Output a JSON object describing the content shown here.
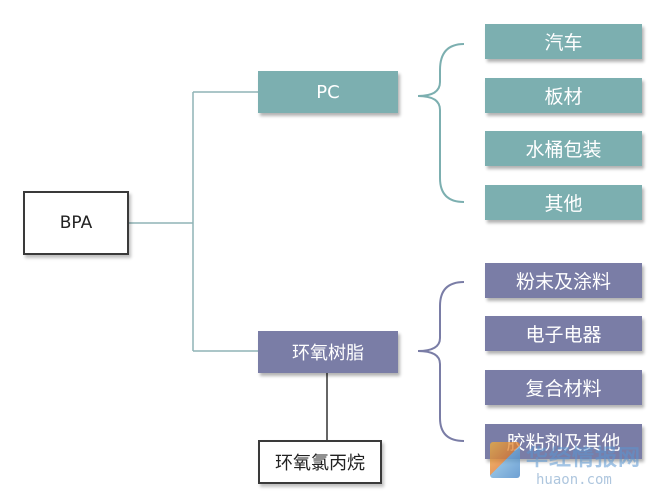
{
  "root": {
    "label": "BPA"
  },
  "branches": [
    {
      "label": "PC",
      "color": "#7cafb0",
      "children": [
        "汽车",
        "板材",
        "水桶包装",
        "其他"
      ]
    },
    {
      "label": "环氧树脂",
      "color": "#7a7da6",
      "children": [
        "粉末及涂料",
        "电子电器",
        "复合材料",
        "胶粘剂及其他"
      ]
    }
  ],
  "sub_node": {
    "label": "环氧氯丙烷"
  },
  "watermark": {
    "name": "华经情报网",
    "url": "huaon.com"
  }
}
